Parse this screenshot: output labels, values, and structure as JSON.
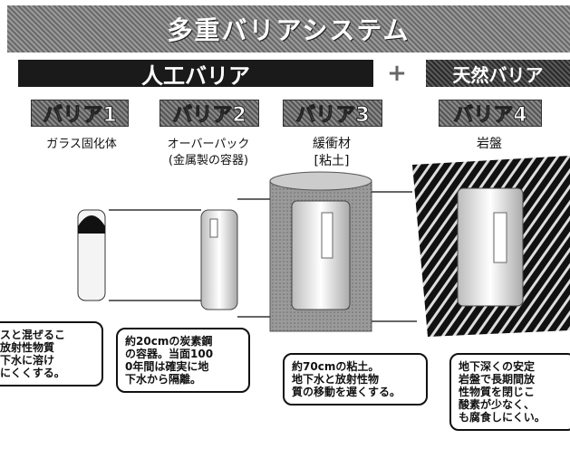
{
  "title": "多重バリアシステム",
  "engineered": "人工バリア",
  "plus": "+",
  "natural": "天然バリア",
  "barriers": [
    {
      "badge": "バリア1",
      "label": "ガラス固化体"
    },
    {
      "badge": "バリア2",
      "label": "オーバーパック",
      "sublabel": "(金属製の容器)"
    },
    {
      "badge": "バリア3",
      "label": "緩衝材",
      "sublabel": "[粘土]"
    },
    {
      "badge": "バリア4",
      "label": "岩盤"
    }
  ],
  "callouts": [
    {
      "lines": [
        "スと混ぜるこ",
        "放射性物質",
        "下水に溶け",
        "にくくする。"
      ]
    },
    {
      "lines": [
        "約20cmの炭素鋼",
        "の容器。当面100",
        "0年間は確実に地",
        "下水から隔離。"
      ]
    },
    {
      "lines": [
        "約70cmの粘土。",
        "地下水と放射性物",
        "質の移動を遅くする。"
      ]
    },
    {
      "lines": [
        "地下深くの安定",
        "岩盤で長期間放",
        "性物質を閉じこ",
        "酸素が少なく、",
        "も腐食しにくい。"
      ]
    }
  ]
}
